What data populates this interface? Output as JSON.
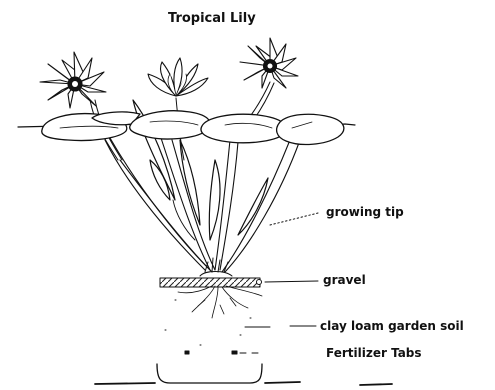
{
  "diagram": {
    "title": "Tropical Lily",
    "labels": {
      "growing_tip": "growing tip",
      "gravel": "gravel",
      "soil": "clay loam garden soil",
      "fertilizer": "Fertilizer Tabs"
    },
    "line_color": "#111111"
  }
}
